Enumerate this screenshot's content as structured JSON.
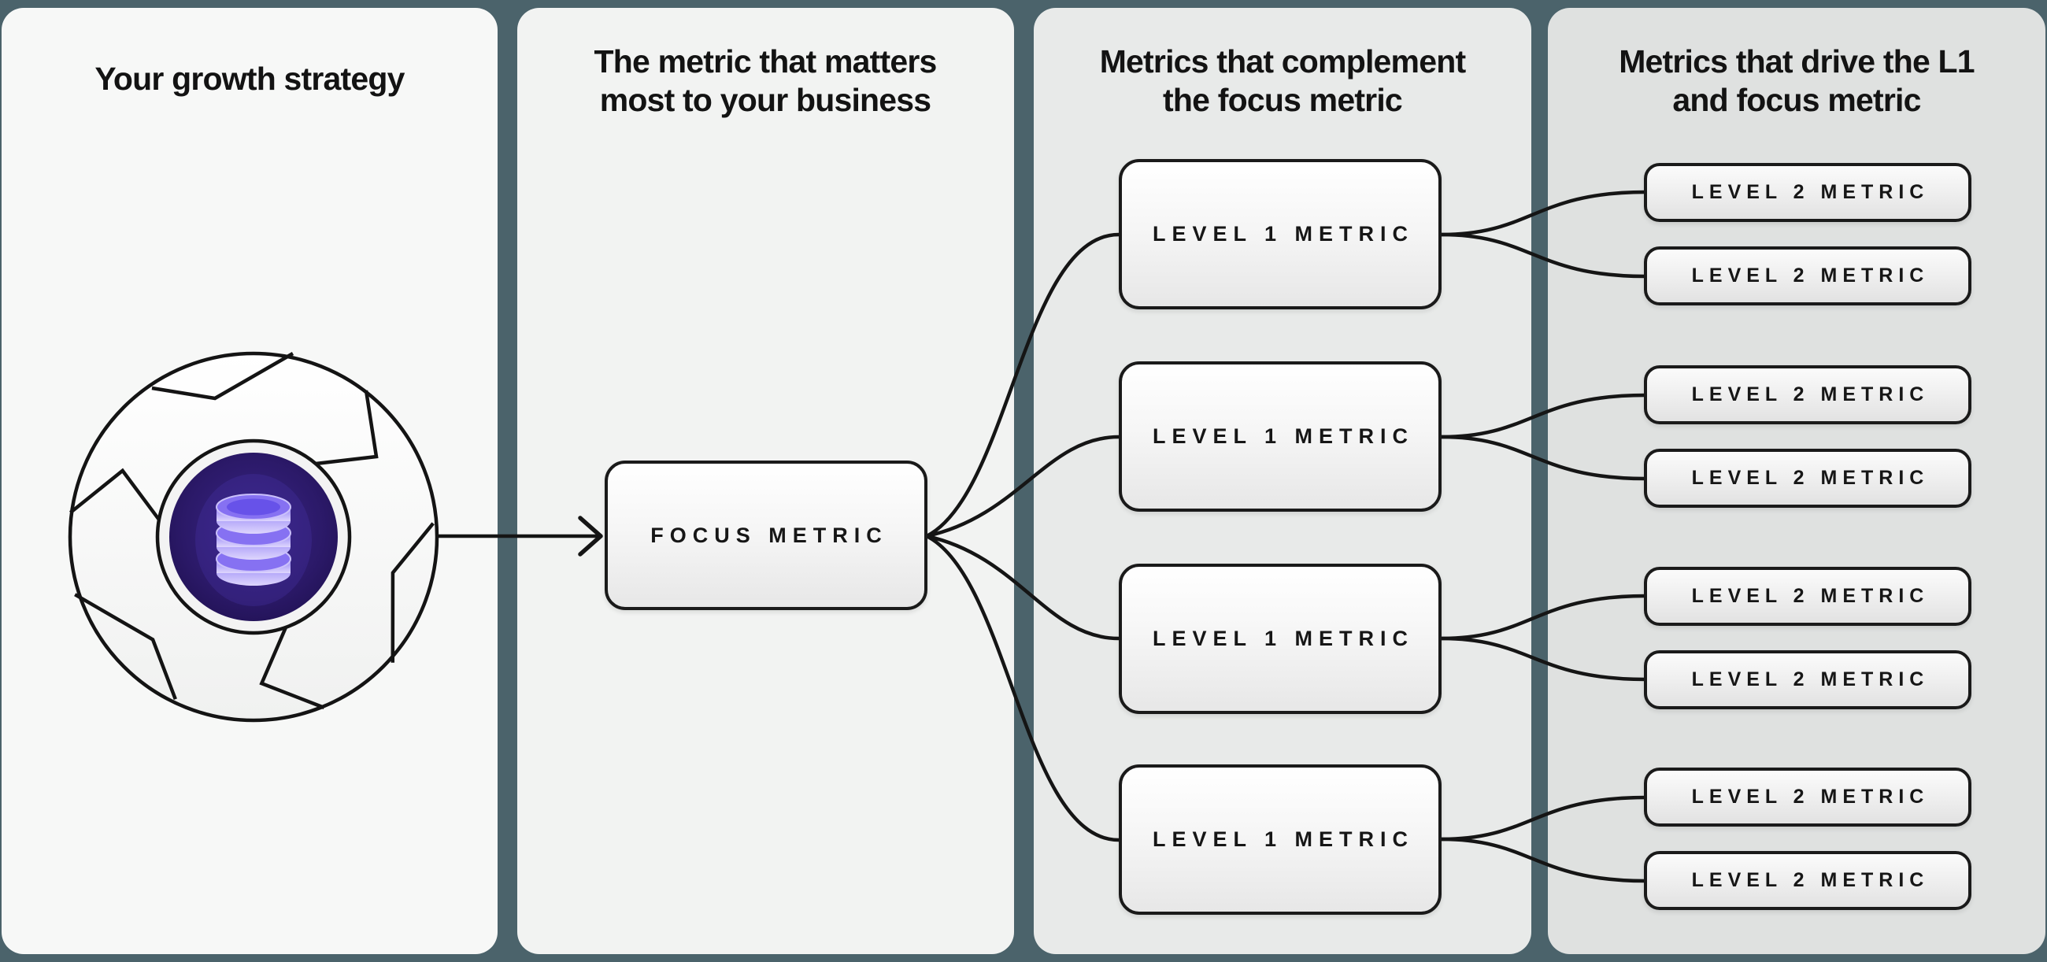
{
  "background_color": "#4b636b",
  "connector_color": "#151515",
  "columns": [
    {
      "title": "Your growth strategy",
      "panel_color": "#f7f8f7"
    },
    {
      "title_line1": "The metric that matters",
      "title_line2": "most to your business",
      "panel_color": "#f2f3f2"
    },
    {
      "title_line1": "Metrics that complement",
      "title_line2": "the focus metric",
      "panel_color": "#e8eae9"
    },
    {
      "title_line1": "Metrics that drive the L1",
      "title_line2": "and focus metric",
      "panel_color": "#dfe1e0"
    }
  ],
  "flywheel": {
    "icon": "flywheel-icon",
    "center_icon": "database-icon",
    "hub_color": "#2b1968",
    "database_color": "#8671f2",
    "wheel_color": "#fbfcfb",
    "outline_color": "#141414"
  },
  "focus_metric": {
    "label": "FOCUS METRIC"
  },
  "level1_metrics": [
    {
      "label": "LEVEL 1 METRIC"
    },
    {
      "label": "LEVEL 1 METRIC"
    },
    {
      "label": "LEVEL 1 METRIC"
    },
    {
      "label": "LEVEL 1 METRIC"
    }
  ],
  "level2_metrics": [
    {
      "label": "LEVEL 2 METRIC"
    },
    {
      "label": "LEVEL 2 METRIC"
    },
    {
      "label": "LEVEL 2 METRIC"
    },
    {
      "label": "LEVEL 2 METRIC"
    },
    {
      "label": "LEVEL 2 METRIC"
    },
    {
      "label": "LEVEL 2 METRIC"
    },
    {
      "label": "LEVEL 2 METRIC"
    },
    {
      "label": "LEVEL 2 METRIC"
    }
  ]
}
